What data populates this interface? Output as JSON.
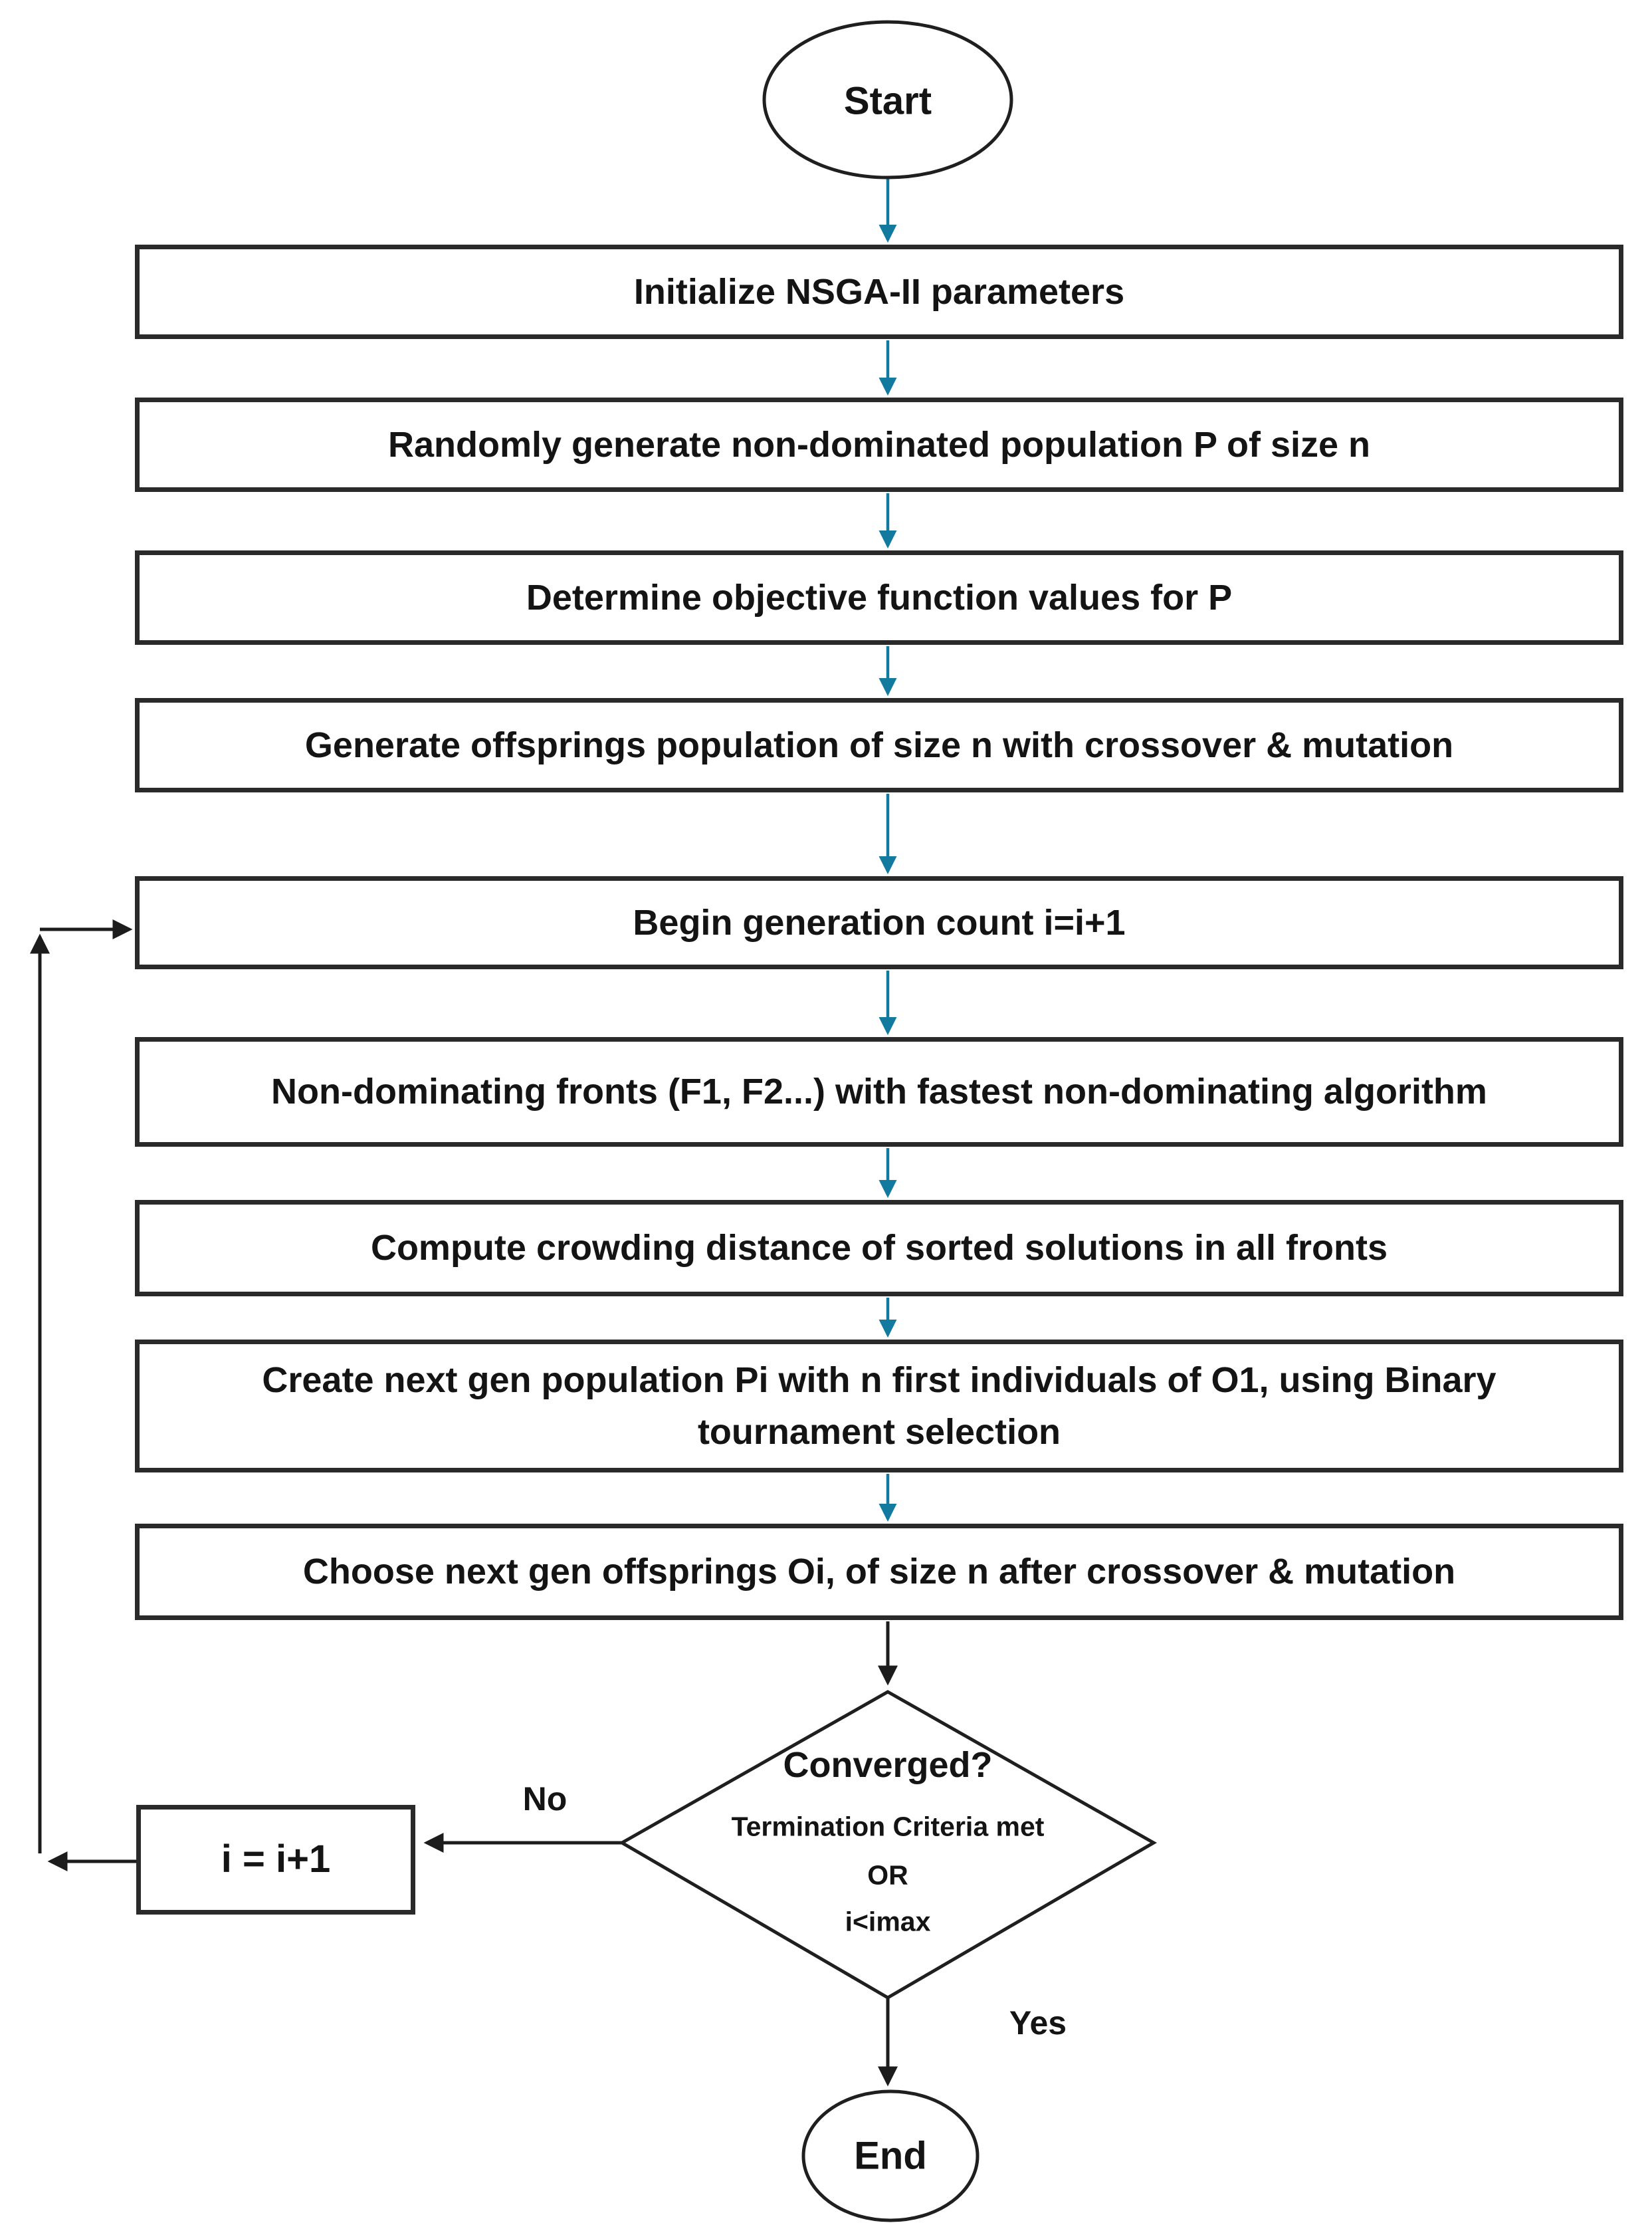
{
  "flowchart": {
    "terminals": {
      "start": "Start",
      "end": "End"
    },
    "steps": [
      "Initialize NSGA-II parameters",
      "Randomly generate non-dominated population P of size n",
      "Determine objective function values for P",
      "Generate offsprings population of size n with crossover & mutation",
      "Begin generation count i=i+1",
      "Non-dominating fronts (F1, F2...) with fastest non-dominating algorithm",
      "Compute crowding distance of sorted solutions in all fronts",
      "Create next gen population Pi with n first individuals of O1, using Binary tournament selection",
      "Choose next gen offsprings Oi, of size n after crossover & mutation"
    ],
    "decision": {
      "question": "Converged?",
      "criteria": "Termination Criteria met",
      "operator": "OR",
      "condition": "i<imax"
    },
    "loop_box": "i = i+1",
    "branch_labels": {
      "no": "No",
      "yes": "Yes"
    },
    "colors": {
      "flow_arrow": "#117a9e",
      "line": "#1c1c1c"
    }
  }
}
